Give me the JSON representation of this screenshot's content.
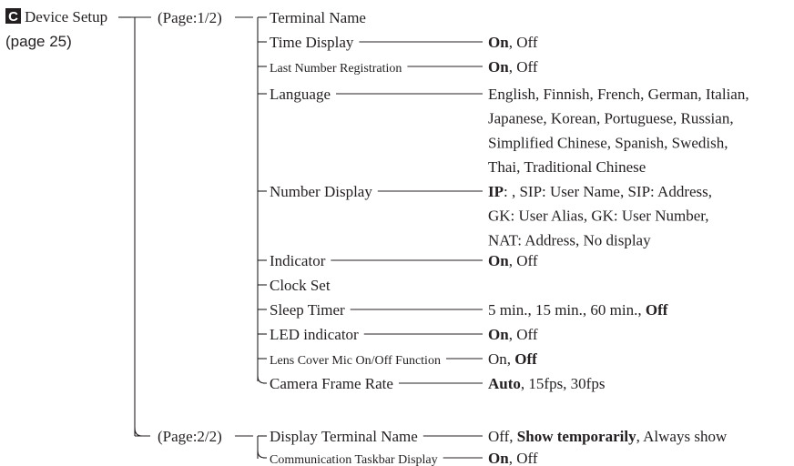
{
  "root": {
    "badge": "C",
    "label": "Device Setup",
    "page_ref": "(page 25)"
  },
  "pages": [
    {
      "label": "(Page:1/2)",
      "items": [
        {
          "name": "Terminal Name",
          "options": []
        },
        {
          "name": "Time Display",
          "options": [
            [
              {
                "text": "On",
                "bold": true
              },
              {
                "text": ", Off"
              }
            ]
          ]
        },
        {
          "name": "Last Number Registration",
          "small": true,
          "options": [
            [
              {
                "text": "On",
                "bold": true
              },
              {
                "text": ", Off"
              }
            ]
          ]
        },
        {
          "name": "Language",
          "options": [
            [
              {
                "text": "English, Finnish, French, German, Italian,"
              }
            ],
            [
              {
                "text": "Japanese, Korean, Portuguese, Russian,"
              }
            ],
            [
              {
                "text": "Simplified Chinese, Spanish, Swedish,"
              }
            ],
            [
              {
                "text": "Thai, Traditional Chinese"
              }
            ]
          ]
        },
        {
          "name": "Number Display",
          "options": [
            [
              {
                "text": "IP",
                "bold": true
              },
              {
                "text": ": , SIP: User Name, SIP: Address,"
              }
            ],
            [
              {
                "text": "GK: User Alias, GK: User Number,"
              }
            ],
            [
              {
                "text": "NAT: Address, No display"
              }
            ]
          ]
        },
        {
          "name": "Indicator",
          "options": [
            [
              {
                "text": "On",
                "bold": true
              },
              {
                "text": ", Off"
              }
            ]
          ]
        },
        {
          "name": "Clock Set",
          "options": []
        },
        {
          "name": "Sleep Timer",
          "options": [
            [
              {
                "text": "5 min., 15 min., 60 min., "
              },
              {
                "text": "Off",
                "bold": true
              }
            ]
          ]
        },
        {
          "name": "LED indicator",
          "options": [
            [
              {
                "text": "On",
                "bold": true
              },
              {
                "text": ", Off"
              }
            ]
          ]
        },
        {
          "name": "Lens Cover Mic On/Off Function",
          "small": true,
          "options": [
            [
              {
                "text": "On, "
              },
              {
                "text": "Off",
                "bold": true
              }
            ]
          ]
        },
        {
          "name": "Camera Frame Rate",
          "options": [
            [
              {
                "text": "Auto",
                "bold": true
              },
              {
                "text": ", 15fps, 30fps"
              }
            ]
          ]
        }
      ]
    },
    {
      "label": "(Page:2/2)",
      "items": [
        {
          "name": "Display Terminal Name",
          "options": [
            [
              {
                "text": "Off, "
              },
              {
                "text": "Show temporarily",
                "bold": true
              },
              {
                "text": ", Always show"
              }
            ]
          ]
        },
        {
          "name": "Communication Taskbar Display",
          "small": true,
          "options": [
            [
              {
                "text": "On",
                "bold": true
              },
              {
                "text": ", Off"
              }
            ]
          ]
        }
      ]
    }
  ]
}
